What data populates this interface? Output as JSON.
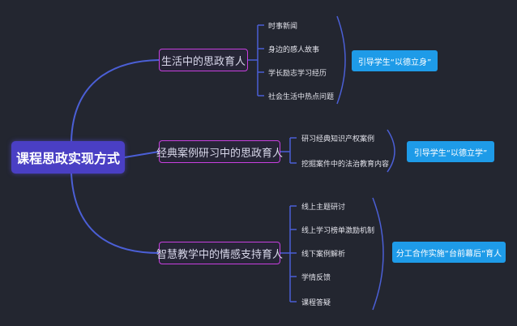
{
  "root": {
    "label": "课程思政实现方式"
  },
  "branches": [
    {
      "label": "生活中的思政育人",
      "items": [
        "时事新闻",
        "身边的感人故事",
        "学长励志学习经历",
        "社会生活中热点问题"
      ],
      "outcome": "引导学生“以德立身”"
    },
    {
      "label": "经典案例研习中的思政育人",
      "items": [
        "研习经典知识产权案例",
        "挖掘案件中的法治教育内容"
      ],
      "outcome": "引导学生“以德立学”"
    },
    {
      "label": "智慧教学中的情感支持育人",
      "items": [
        "线上主题研讨",
        "线上学习榜单激励机制",
        "线下案例解析",
        "学情反馈",
        "课程答疑"
      ],
      "outcome": "分工合作实施“台前幕后”育人"
    }
  ],
  "colors": {
    "background": "#232630",
    "root_fill": "#4a3fc4",
    "branch_border": "#c83fe0",
    "connector": "#4b5fd6",
    "outcome_fill": "#1e9be8",
    "text": "#e2e2ea"
  }
}
